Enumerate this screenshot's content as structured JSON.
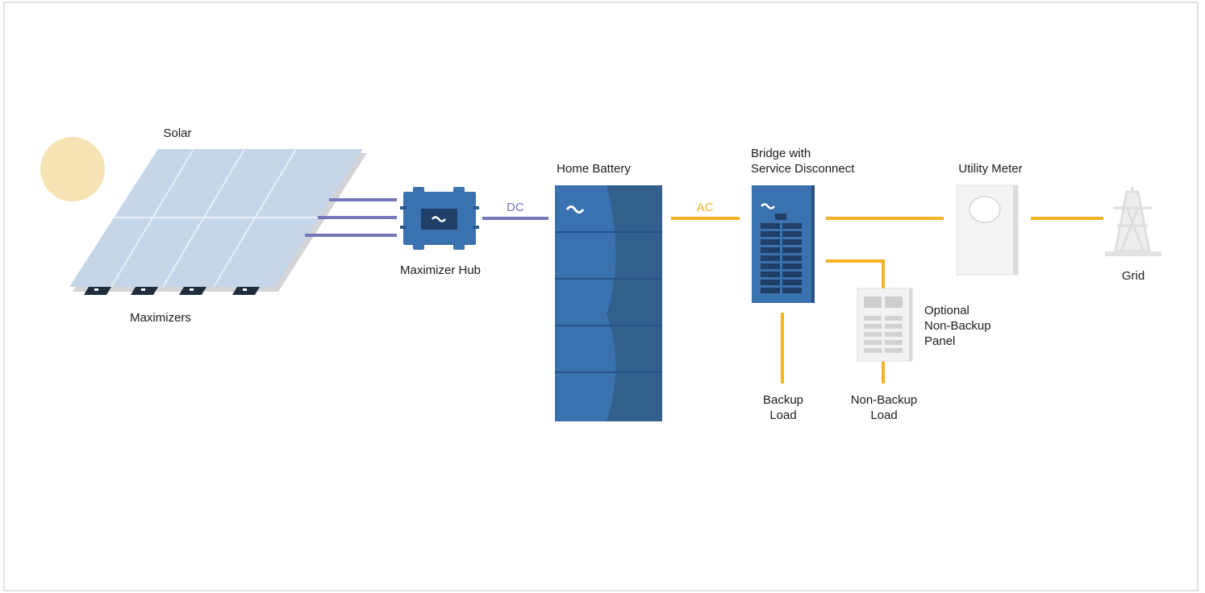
{
  "labels": {
    "solar": "Solar",
    "maximizers": "Maximizers",
    "maximizer_hub": "Maximizer Hub",
    "dc": "DC",
    "home_battery": "Home Battery",
    "ac": "AC",
    "bridge_line1": "Bridge with",
    "bridge_line2": "Service Disconnect",
    "utility_meter": "Utility Meter",
    "grid": "Grid",
    "optional_line1": "Optional",
    "optional_line2": "Non-Backup",
    "optional_line3": "Panel",
    "backup_line1": "Backup",
    "backup_line2": "Load",
    "nonbackup_line1": "Non-Backup",
    "nonbackup_line2": "Load"
  },
  "colors": {
    "dc_line": "#7478b8",
    "ac_line": "#f5b324",
    "device_blue": "#3a72b0",
    "device_dark": "#335f8c",
    "panel_light": "#c4d6e8",
    "sun": "#f6e4b5",
    "meter_white": "#f4f4f4",
    "text": "#1b1b1b"
  },
  "icons": [
    "sun-icon",
    "solar-panel-icon",
    "maximizer-icon",
    "maximizer-hub-icon",
    "home-battery-icon",
    "bridge-icon",
    "utility-meter-icon",
    "grid-tower-icon",
    "non-backup-panel-icon"
  ]
}
